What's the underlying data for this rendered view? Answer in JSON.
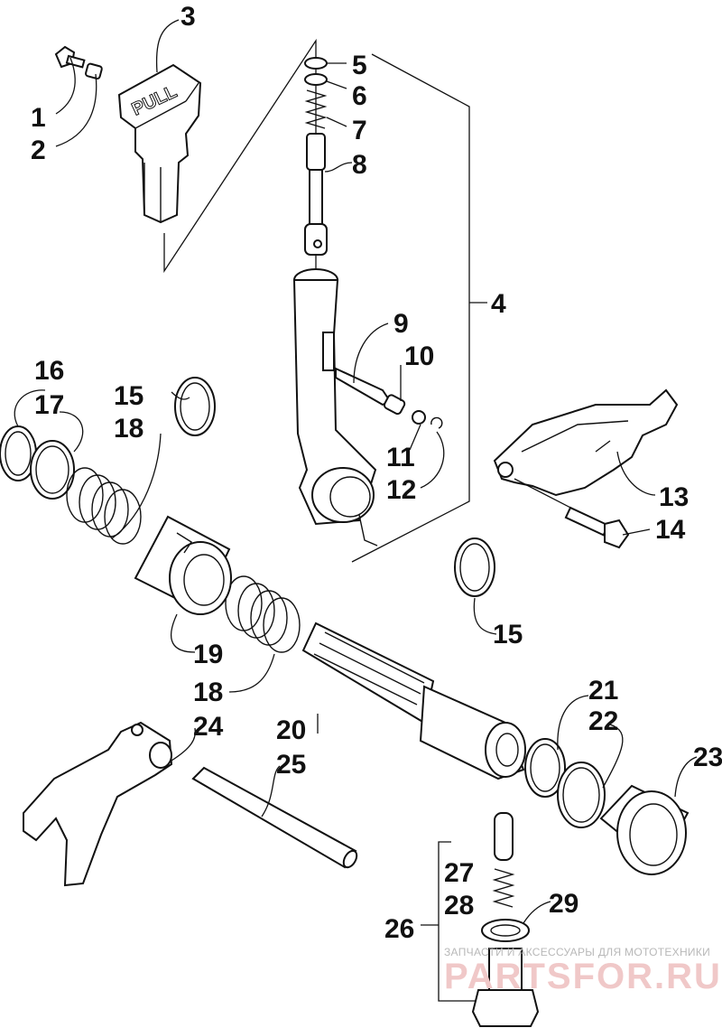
{
  "labels": {
    "l1": "1",
    "l2": "2",
    "l3": "3",
    "l4": "4",
    "l5": "5",
    "l6": "6",
    "l7": "7",
    "l8": "8",
    "l9": "9",
    "l10": "10",
    "l11": "11",
    "l12": "12",
    "l13": "13",
    "l14": "14",
    "l15a": "15",
    "l15b": "15",
    "l16": "16",
    "l17": "17",
    "l18a": "18",
    "l18b": "18",
    "l19": "19",
    "l20": "20",
    "l21": "21",
    "l22": "22",
    "l23": "23",
    "l24": "24",
    "l25": "25",
    "l26": "26",
    "l27": "27",
    "l28": "28",
    "l29": "29"
  },
  "knob_text": "PULL",
  "watermark": {
    "caption": "ЗАПЧАСТИ И АКСЕССУАРЫ ДЛЯ МОТОТЕХНИКИ",
    "brand": "PARTSFOR.RU"
  }
}
